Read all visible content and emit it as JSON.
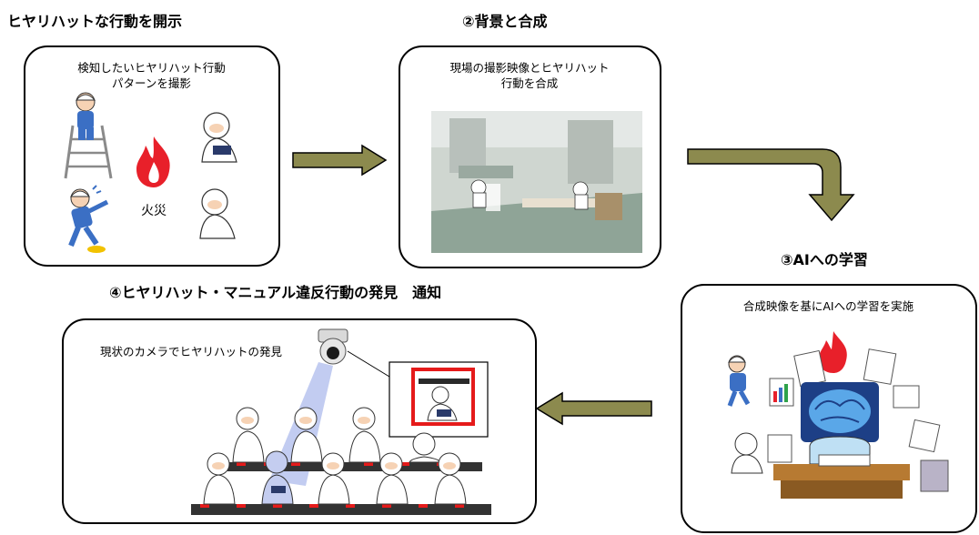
{
  "steps": [
    {
      "heading": "ヒヤリハットな行動を開示",
      "description_lines": [
        "検知したいヒヤリハット行動",
        "パターンを撮影"
      ],
      "fire_label": "火災"
    },
    {
      "heading": "②背景と合成",
      "description_lines": [
        "現場の撮影映像とヒヤリハット",
        "行動を合成"
      ]
    },
    {
      "heading": "③AIへの学習",
      "description_lines": [
        "合成映像を基にAIへの学習を実施"
      ]
    },
    {
      "heading": "④ヒヤリハット・マニュアル違反行動の発見　通知",
      "description_lines": [
        "現状のカメラでヒヤリハットの発見"
      ]
    }
  ],
  "colors": {
    "arrow_fill": "#8c8a4e",
    "arrow_stroke": "#000000",
    "box_border": "#000000",
    "fire": "#e8202a",
    "alert_frame": "#e51a1a",
    "worker_blue": "#3b6fc4",
    "camera_beam": "#8fa3e6"
  },
  "icons": [
    "fire-icon",
    "ladder-worker-icon",
    "slipping-worker-icon",
    "clean-suit-worker-icon",
    "cctv-camera-icon",
    "ai-brain-icon"
  ]
}
